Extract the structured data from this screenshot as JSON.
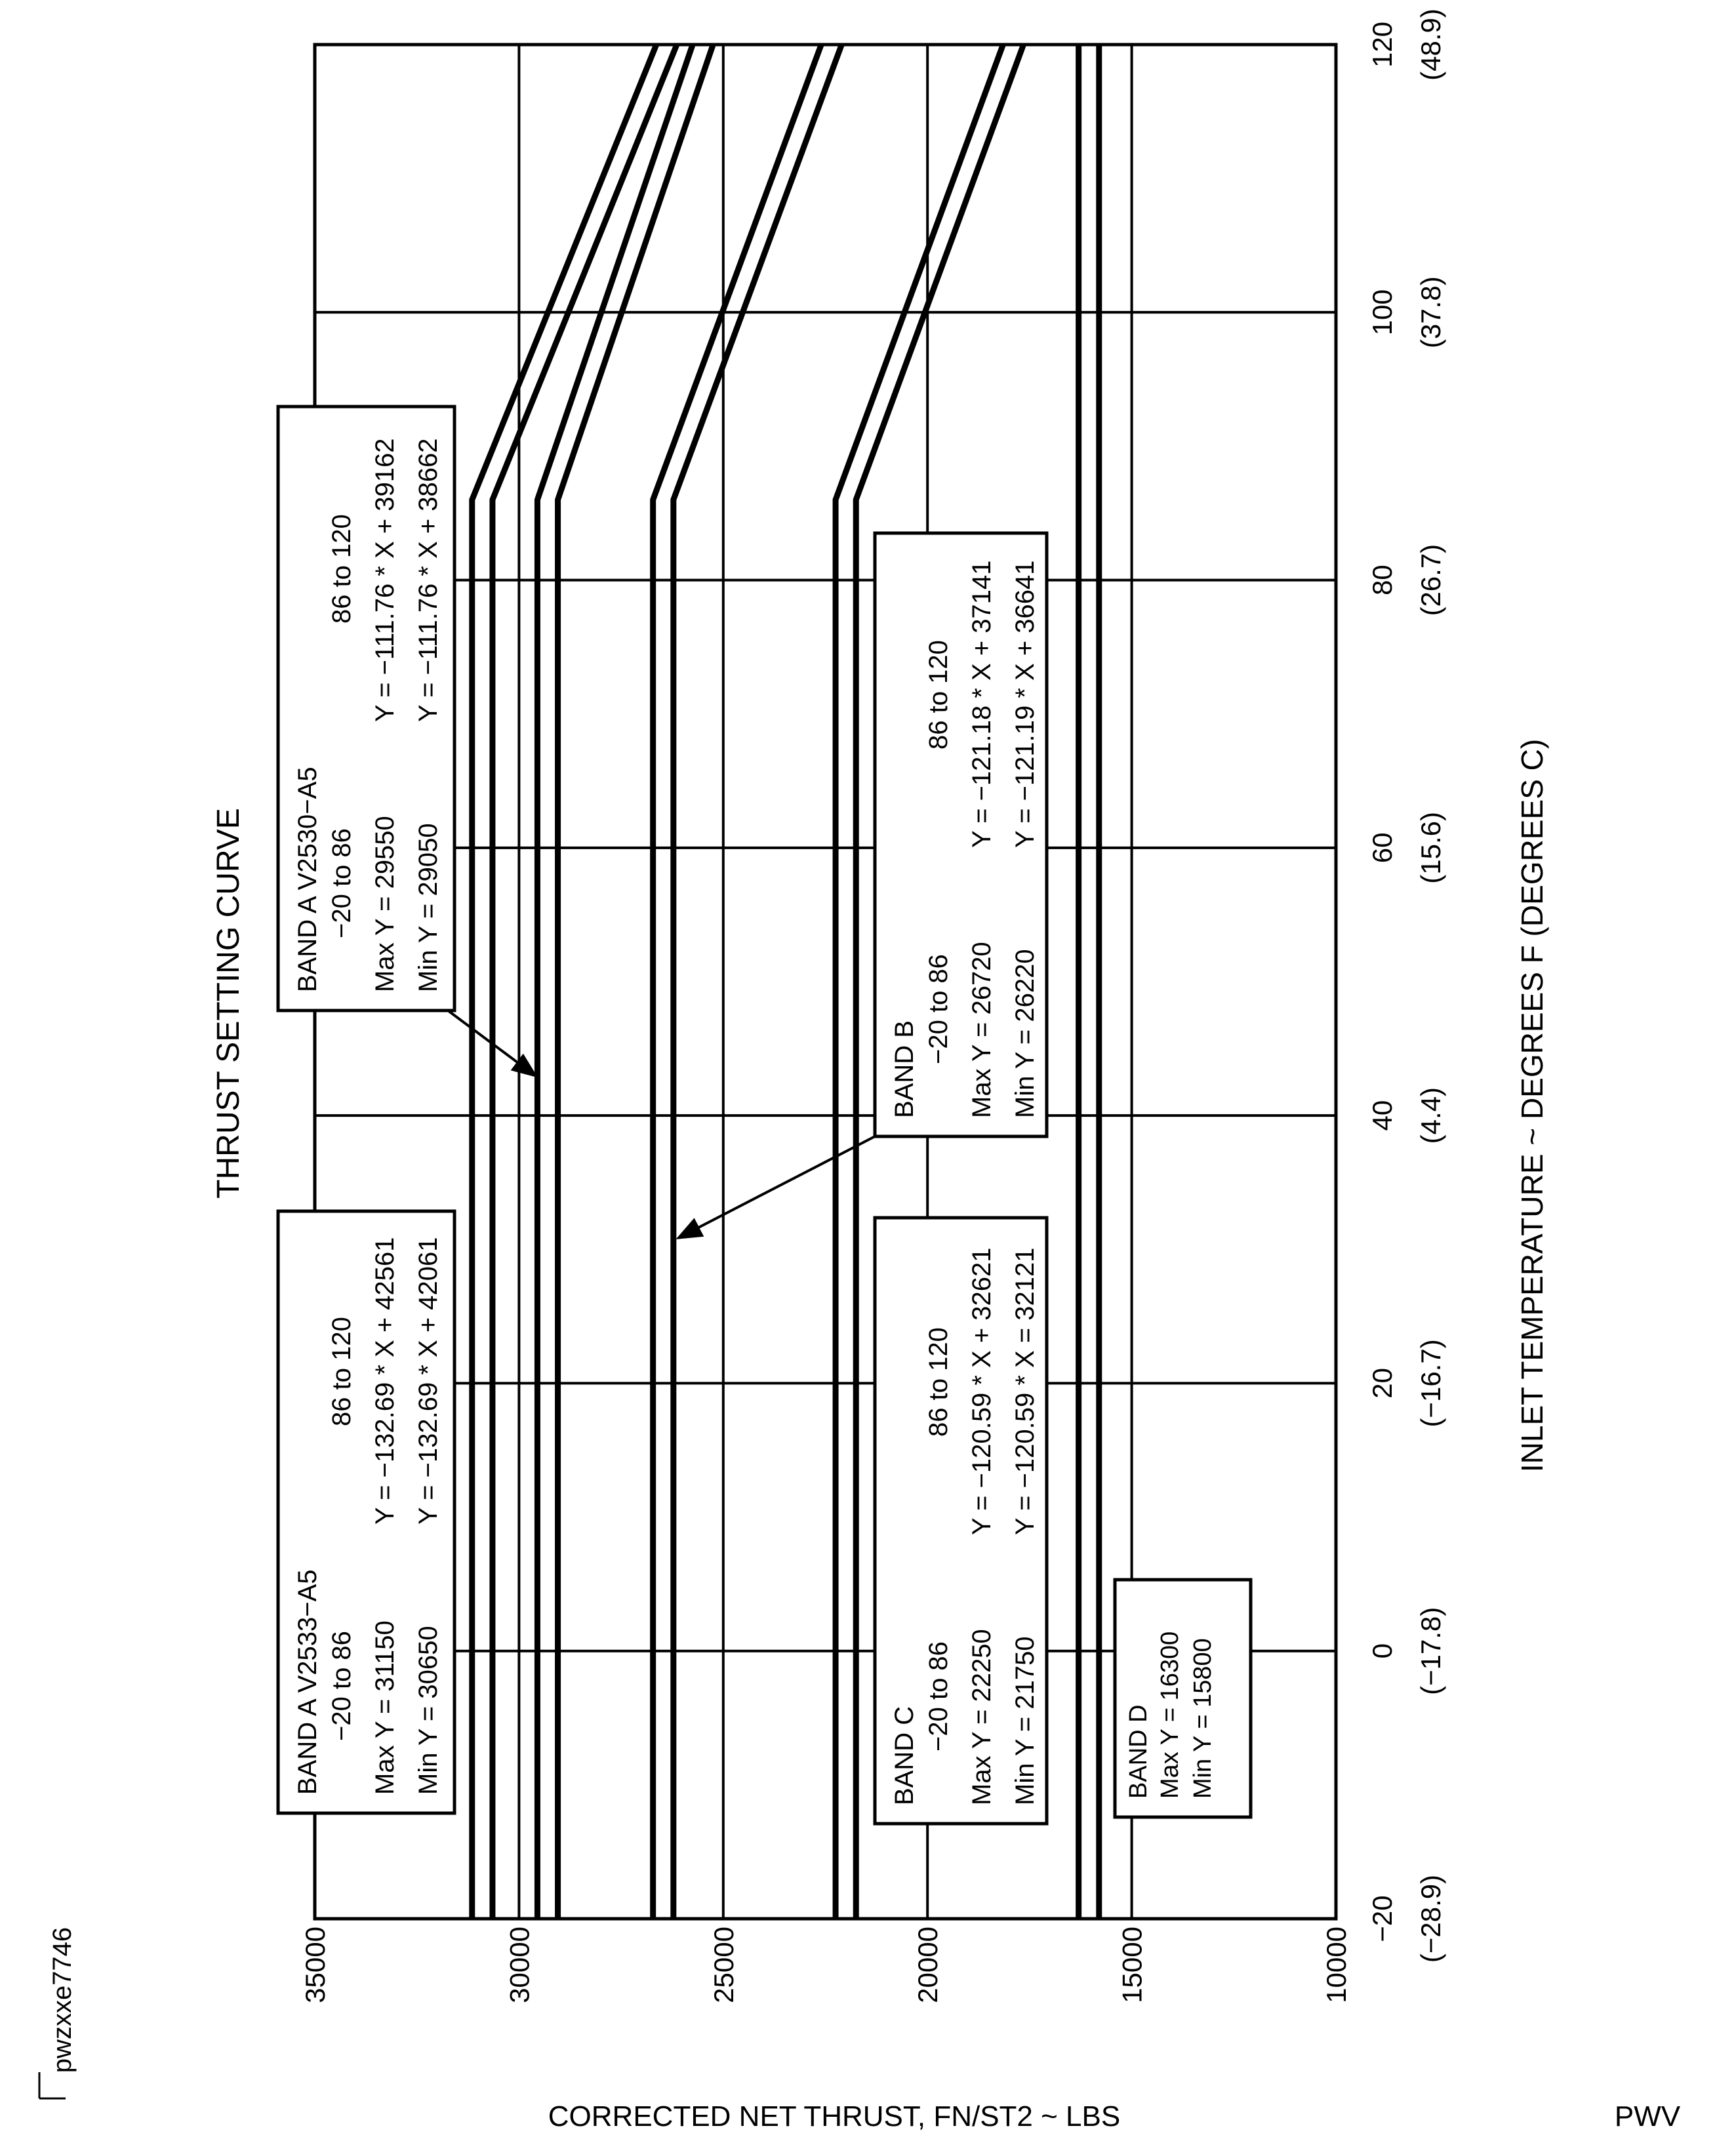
{
  "chart_data": {
    "type": "line",
    "orientation": "rotated-90-ccw",
    "title": "THRUST SETTING CURVE",
    "xlabel": "INLET TEMPERATURE ~ DEGREES F (DEGREES C)",
    "ylabel": "CORRECTED NET THRUST, FN/ST2 ~ LBS",
    "xlim": [
      -20,
      120
    ],
    "ylim": [
      10000,
      35000
    ],
    "grid": true,
    "x_ticks": [
      {
        "f": -20,
        "label": "−20",
        "c_label": "(−28.9)"
      },
      {
        "f": 0,
        "label": "0",
        "c_label": "(−17.8)"
      },
      {
        "f": 20,
        "label": "20",
        "c_label": "(−16.7)"
      },
      {
        "f": 40,
        "label": "40",
        "c_label": "(4.4)"
      },
      {
        "f": 60,
        "label": "60",
        "c_label": "(15.6)"
      },
      {
        "f": 80,
        "label": "80",
        "c_label": "(26.7)"
      },
      {
        "f": 100,
        "label": "100",
        "c_label": "(37.8)"
      },
      {
        "f": 120,
        "label": "120",
        "c_label": "(48.9)"
      }
    ],
    "y_ticks": [
      {
        "v": 35000,
        "label": "35000"
      },
      {
        "v": 30000,
        "label": "30000"
      },
      {
        "v": 25000,
        "label": "25000"
      },
      {
        "v": 20000,
        "label": "20000"
      },
      {
        "v": 15000,
        "label": "15000"
      },
      {
        "v": 10000,
        "label": "10000"
      }
    ],
    "series": [
      {
        "name": "BAND A V2533-A5 Max",
        "x": [
          -20,
          86,
          120
        ],
        "y": [
          31150,
          31150,
          26638
        ]
      },
      {
        "name": "BAND A V2533-A5 Min",
        "x": [
          -20,
          86,
          120
        ],
        "y": [
          30650,
          30650,
          26138
        ]
      },
      {
        "name": "BAND A V2530-A5 Max",
        "x": [
          -20,
          86,
          120
        ],
        "y": [
          29550,
          29550,
          25750
        ]
      },
      {
        "name": "BAND A V2530-A5 Min",
        "x": [
          -20,
          86,
          120
        ],
        "y": [
          29050,
          29050,
          25250
        ]
      },
      {
        "name": "BAND B Max",
        "x": [
          -20,
          86,
          120
        ],
        "y": [
          26720,
          26720,
          22601
        ]
      },
      {
        "name": "BAND B Min",
        "x": [
          -20,
          86,
          120
        ],
        "y": [
          26220,
          26220,
          22101
        ]
      },
      {
        "name": "BAND C Max",
        "x": [
          -20,
          86,
          120
        ],
        "y": [
          22250,
          22250,
          18150
        ]
      },
      {
        "name": "BAND C Min",
        "x": [
          -20,
          86,
          120
        ],
        "y": [
          21750,
          21750,
          17650
        ]
      },
      {
        "name": "BAND D Max",
        "x": [
          -20,
          120
        ],
        "y": [
          16300,
          16300
        ]
      },
      {
        "name": "BAND D Min",
        "x": [
          -20,
          120
        ],
        "y": [
          15800,
          15800
        ]
      }
    ],
    "annotations": [
      {
        "id": "v2533",
        "lines": [
          [
            "BAND A V2533−A5",
            ""
          ],
          [
            "−20 to 86",
            "86 to 120"
          ],
          [
            "Max Y = 31150",
            "Y = −132.69 * X + 42561"
          ],
          [
            "Min Y = 30650",
            "Y = −132.69 * X + 42061"
          ]
        ]
      },
      {
        "id": "v2530",
        "lines": [
          [
            "BAND A V2530−A5",
            ""
          ],
          [
            "−20 to 86",
            "86 to 120"
          ],
          [
            "Max Y = 29550",
            "Y = −111.76 * X + 39162"
          ],
          [
            "Min Y = 29050",
            "Y = −111.76 * X + 38662"
          ]
        ]
      },
      {
        "id": "bandb",
        "lines": [
          [
            "BAND B",
            ""
          ],
          [
            "−20 to 86",
            "86 to 120"
          ],
          [
            "Max Y = 26720",
            "Y = −121.18 * X + 37141"
          ],
          [
            "Min Y = 26220",
            "Y = −121.19 * X + 36641"
          ]
        ]
      },
      {
        "id": "bandc",
        "lines": [
          [
            "BAND C",
            ""
          ],
          [
            "−20 to 86",
            "86 to 120"
          ],
          [
            "Max Y = 22250",
            "Y = −120.59 * X + 32621"
          ],
          [
            "Min Y = 21750",
            "Y = −120.59 * X = 32121"
          ]
        ]
      },
      {
        "id": "bandd",
        "lines": [
          [
            "BAND D",
            ""
          ],
          [
            "Max Y = 16300",
            ""
          ],
          [
            "Min Y = 15800",
            ""
          ]
        ]
      }
    ]
  },
  "figure_id": "pwzxxe7746",
  "footer_code": "PWV"
}
